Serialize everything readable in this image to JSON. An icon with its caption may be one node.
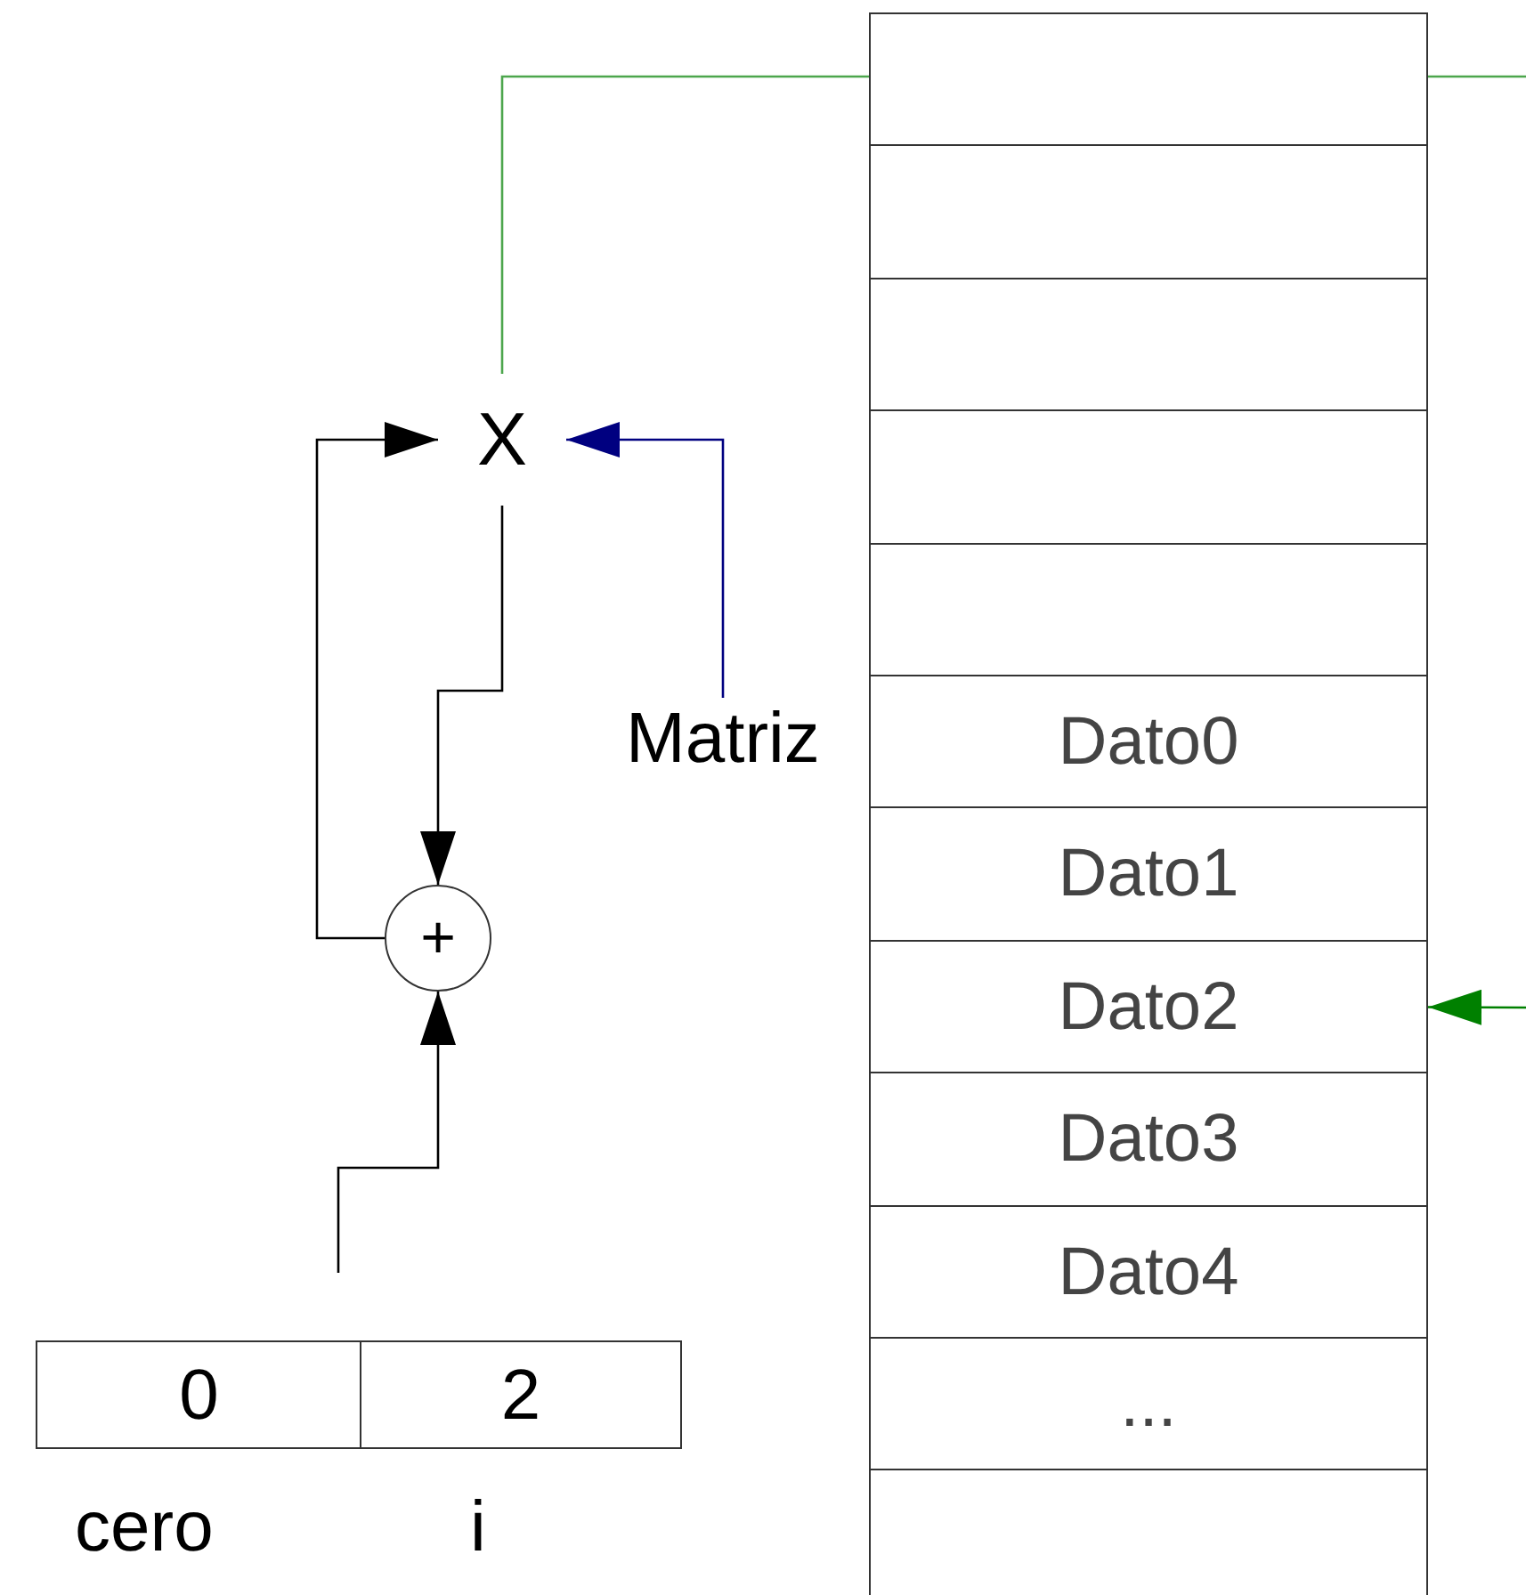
{
  "diagram": {
    "nodes": [
      {
        "text": [],
        "shape": "box"
      },
      {
        "text": [],
        "shape": "box"
      },
      {
        "text": [],
        "shape": "box"
      },
      {
        "text": [],
        "shape": "box"
      },
      {
        "text": [],
        "shape": "box"
      },
      {
        "text": [
          "Dato0"
        ]
      },
      {
        "text": [
          "Dato1"
        ]
      },
      {
        "text": [
          "Dato2"
        ]
      },
      {
        "text": [
          "Dato3"
        ]
      },
      {
        "text": [
          "Dato4"
        ]
      },
      {
        "text": [
          "..."
        ]
      },
      {
        "text": [],
        "shape": "box"
      },
      {
        "text": [
          "X"
        ]
      },
      {
        "text": [
          "Matriz"
        ]
      },
      {
        "text": [
          "+"
        ]
      },
      {
        "text": [
          "0"
        ],
        "beside": [
          "cero"
        ]
      },
      {
        "text": [
          "2"
        ],
        "beside": [
          "i"
        ]
      }
    ],
    "edges": [
      {
        "from": 13,
        "to": 12,
        "arrow": "to",
        "color": "#000080"
      },
      {
        "from": 14,
        "to": 12,
        "arrow": "to"
      },
      {
        "from": 12,
        "to": 14,
        "arrow": "to"
      },
      {
        "from": null,
        "to": 14,
        "arrow": "to"
      },
      {
        "from": 12,
        "to": null,
        "arrow": "none",
        "color": "#4ca64c"
      },
      {
        "from": null,
        "to": 7,
        "arrow": "to",
        "color": "#008000"
      }
    ]
  }
}
